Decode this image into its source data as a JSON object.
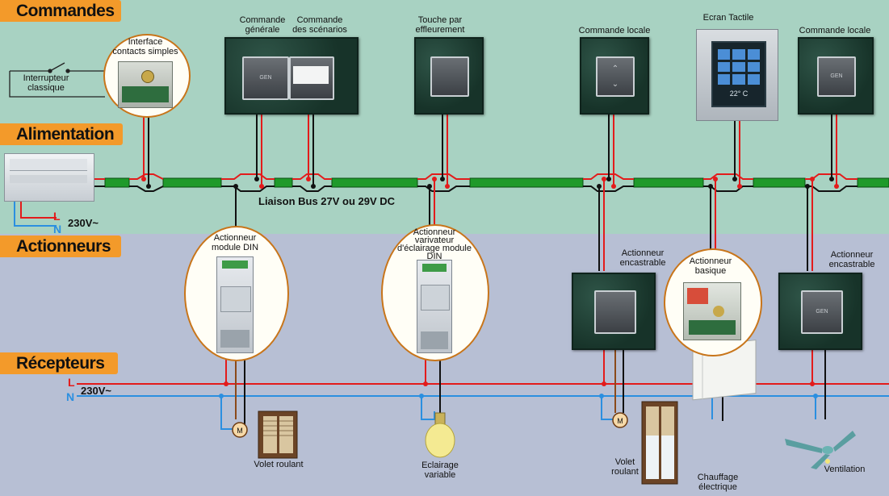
{
  "sections": {
    "commandes": "Commandes",
    "alimentation": "Alimentation",
    "actionneurs": "Actionneurs",
    "recepteurs": "Récepteurs"
  },
  "commands": {
    "interrupteur": "Interrupteur\nclassique",
    "interface": "Interface\ncontacts simples",
    "commande_generale": "Commande\ngénérale",
    "commande_scenarios": "Commande\ndes scénarios",
    "touche": "Touche par\neffleurement",
    "commande_locale_1": "Commande locale",
    "ecran": "Ecran Tactile",
    "ecran_temp": "22° C",
    "commande_locale_2": "Commande locale",
    "key_gen": "GEN"
  },
  "bus": {
    "label": "Liaison Bus 27V ou 29V DC"
  },
  "power": {
    "voltage": "230V~",
    "L": "L",
    "N": "N"
  },
  "actuators": {
    "module_din": "Actionneur\nmodule DIN",
    "variateur": "Actionneur\nvarivateur\nd'éclairage module\nDIN",
    "encastrable_1": "Actionneur\nencastrable",
    "basique": "Actionneur\nbasique",
    "encastrable_2": "Actionneur\nencastrable"
  },
  "receivers": {
    "voltage": "230V~",
    "L": "L",
    "N": "N",
    "volet_1": "Volet roulant",
    "eclairage": "Eclairage\nvariable",
    "volet_2": "Volet\nroulant",
    "chauffage": "Chauffage\nélectrique",
    "ventilation": "Ventilation",
    "motor": "M"
  },
  "colors": {
    "top_band": "#a8d2c2",
    "bottom_band": "#b7bfd4",
    "section_tag": "#f39a2a",
    "bus_green": "#1f9a2a",
    "line_L": "#e31b1b",
    "line_N": "#2b8fe0",
    "circle_border": "#c8751a"
  }
}
